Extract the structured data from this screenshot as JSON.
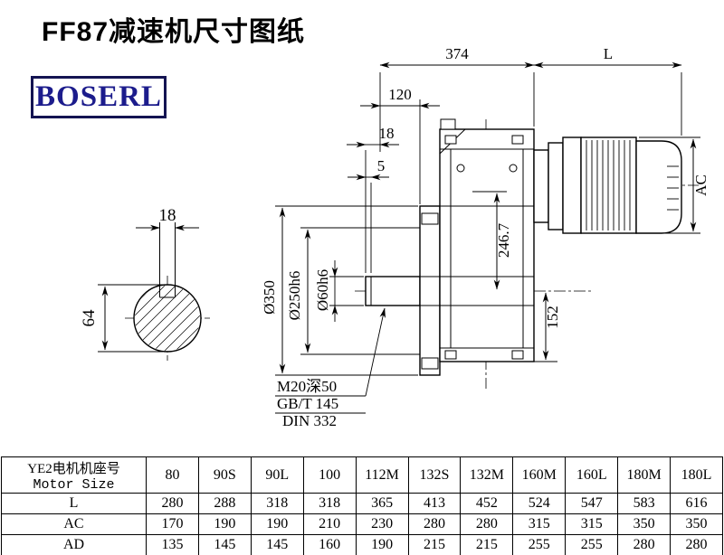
{
  "page": {
    "title": "FF87减速机尺寸图纸",
    "logo_text": "BOSERL"
  },
  "drawing": {
    "dims": {
      "d374": "374",
      "dL": "L",
      "d120": "120",
      "d18_top": "18",
      "d5": "5",
      "ac": "AC",
      "d246_7": "246.7",
      "d152": "152",
      "dia350": "Ø350",
      "dia250": "Ø250h6",
      "dia60": "Ø60h6",
      "key_width": "18",
      "shaft_dia": "64",
      "tap_callout": "M20深50",
      "standard_gbt": "GB/T 145",
      "standard_din": "DIN 332"
    }
  },
  "table": {
    "header_cn": "YE2电机机座号",
    "header_en": "Motor Size",
    "columns": [
      "80",
      "90S",
      "90L",
      "100",
      "112M",
      "132S",
      "132M",
      "160M",
      "160L",
      "180M",
      "180L"
    ],
    "rows": [
      {
        "label": "L",
        "values": [
          "280",
          "288",
          "318",
          "318",
          "365",
          "413",
          "452",
          "524",
          "547",
          "583",
          "616"
        ]
      },
      {
        "label": "AC",
        "values": [
          "170",
          "190",
          "190",
          "210",
          "230",
          "280",
          "280",
          "315",
          "315",
          "350",
          "350"
        ]
      },
      {
        "label": "AD",
        "values": [
          "135",
          "145",
          "145",
          "160",
          "190",
          "215",
          "215",
          "255",
          "255",
          "280",
          "280"
        ]
      }
    ]
  }
}
